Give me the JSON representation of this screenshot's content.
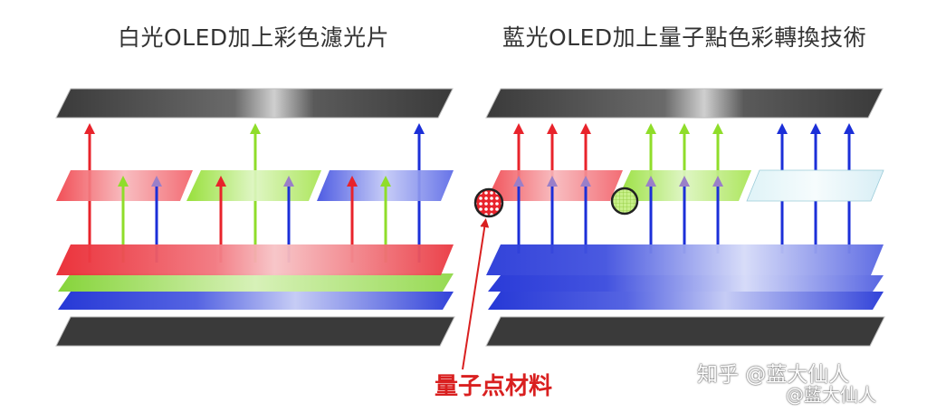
{
  "titles": {
    "left": "白光OLED加上彩色濾光片",
    "right": "藍光OLED加上量子點色彩轉換技術"
  },
  "annotation": {
    "quantum_dot_material": "量子点材料"
  },
  "watermark": {
    "line1": "知乎 @蓝大仙人",
    "line2": "@藍大仙人"
  },
  "colors": {
    "red": "#e8232b",
    "green": "#8fdd2a",
    "blue": "#1b2fd8",
    "purple": "#9a7fc8",
    "dark_panel": "#3c3c3c",
    "annotation": "#d92020"
  }
}
